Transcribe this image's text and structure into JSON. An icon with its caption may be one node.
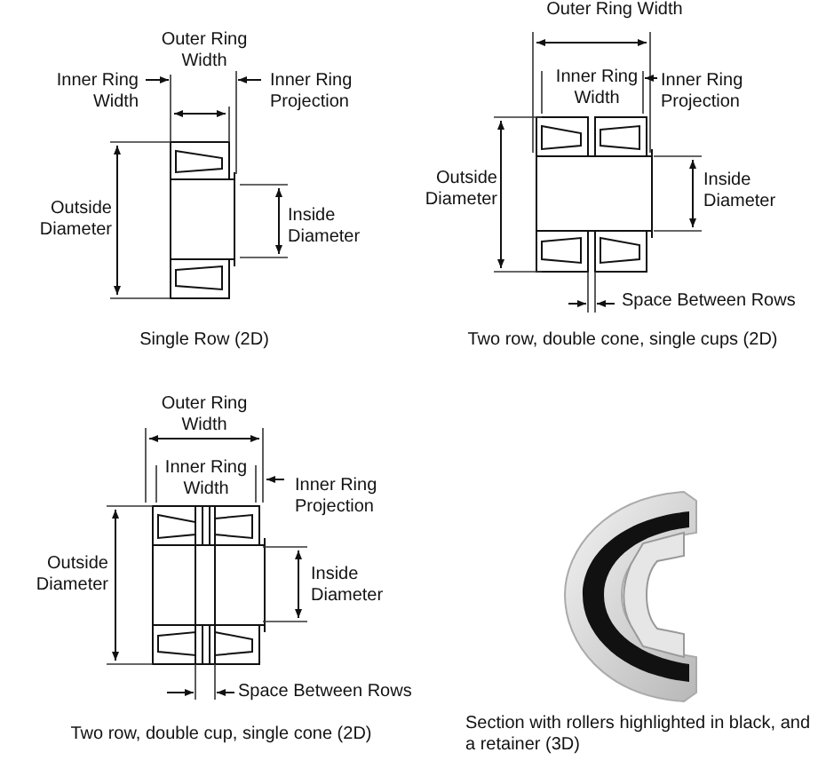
{
  "diagram": {
    "labels": [
      "Outer Ring Width",
      "Inner Ring Width",
      "Inner Ring Projection",
      "Outside Diameter",
      "Inside Diameter",
      "Single Row (2D)",
      "Outer Ring Width",
      "Inner Ring Width",
      "Inner Ring Projection",
      "Outside Diameter",
      "Inside Diameter",
      "Space Between Rows",
      "Two row, double cone, single cups (2D)",
      "Outer Ring Width",
      "Inner Ring Width",
      "Inner Ring Projection",
      "Outside Diameter",
      "Inside Diameter",
      "Space Between Rows",
      "Two row, double cup, single cone (2D)",
      "Section with rollers highlighted in black, and a retainer (3D)"
    ]
  }
}
